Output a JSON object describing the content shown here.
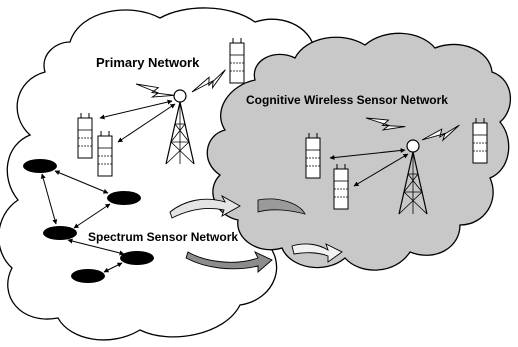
{
  "labels": {
    "primary_network": "Primary Network",
    "cognitive_network": "Cognitive Wireless Sensor Network",
    "spectrum_network": "Spectrum Sensor Network"
  },
  "colors": {
    "white_cloud_fill": "#ffffff",
    "gray_cloud_fill": "#c8c8c8",
    "outline": "#000000",
    "swirl_light": "#e4e4e4",
    "swirl_dark": "#8c8c8c"
  },
  "icons": {
    "base_station": "tower-icon",
    "terminal": "phone-icon",
    "sensor_node": "ellipse-node-icon",
    "wireless_link": "lightning-icon"
  }
}
